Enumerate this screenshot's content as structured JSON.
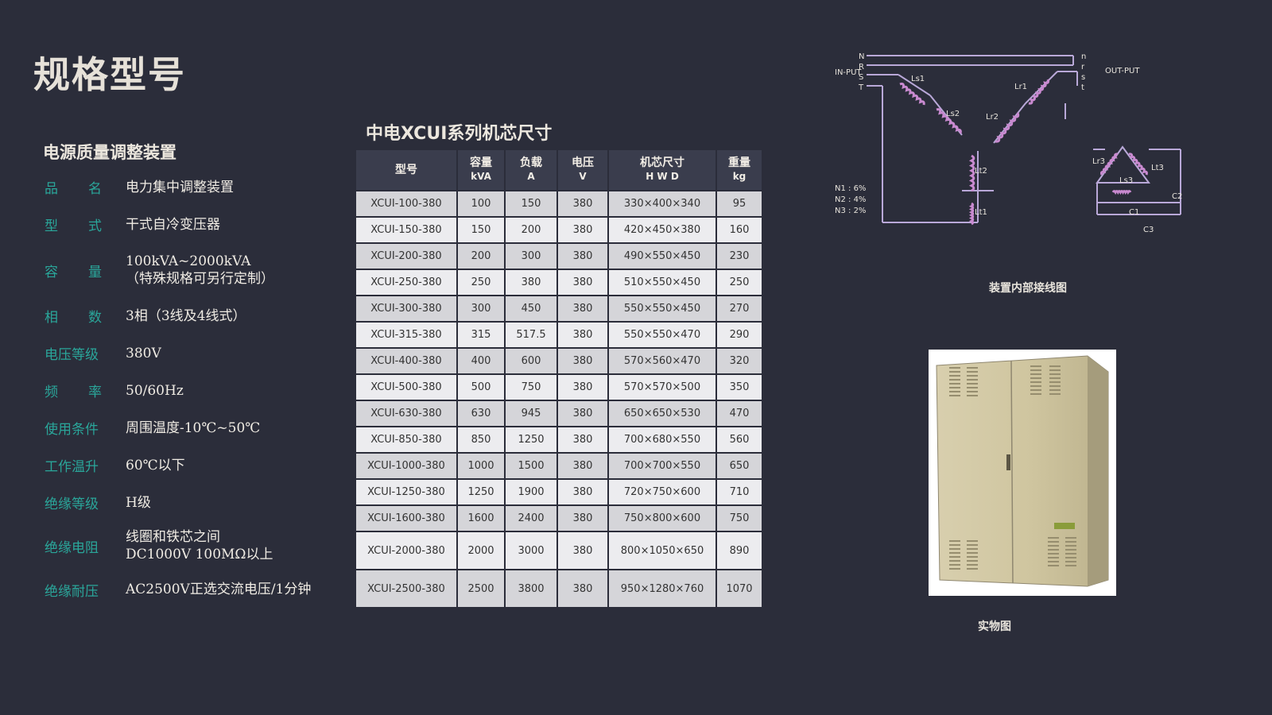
{
  "page_title": "规格型号",
  "specs": {
    "heading": "电源质量调整装置",
    "rows": [
      {
        "label": "品名",
        "spread": true,
        "value": [
          "电力集中调整装置"
        ]
      },
      {
        "label": "型式",
        "spread": true,
        "value": [
          "干式自冷变压器"
        ]
      },
      {
        "label": "容量",
        "spread": true,
        "value": [
          "100kVA~2000kVA",
          "（特殊规格可另行定制）"
        ]
      },
      {
        "label": "相数",
        "spread": true,
        "value": [
          "3相（3线及4线式）"
        ]
      },
      {
        "label": "电压等级",
        "spread": false,
        "value": [
          "380V"
        ]
      },
      {
        "label": "频率",
        "spread": true,
        "value": [
          "50/60Hz"
        ]
      },
      {
        "label": "使用条件",
        "spread": false,
        "value": [
          "周围温度-10℃~50℃"
        ]
      },
      {
        "label": "工作温升",
        "spread": false,
        "value": [
          "60℃以下"
        ]
      },
      {
        "label": "绝缘等级",
        "spread": false,
        "value": [
          "H级"
        ]
      },
      {
        "label": "绝缘电阻",
        "spread": false,
        "value": [
          "线圈和铁芯之间",
          "DC1000V 100MΩ以上"
        ]
      },
      {
        "label": "绝缘耐压",
        "spread": false,
        "value": [
          "AC2500V正选交流电压/1分钟"
        ]
      }
    ]
  },
  "table": {
    "title": "中电XCUI系列机芯尺寸",
    "headers": [
      {
        "top": "型号",
        "bottom": ""
      },
      {
        "top": "容量",
        "bottom": "kVA"
      },
      {
        "top": "负载",
        "bottom": "A"
      },
      {
        "top": "电压",
        "bottom": "V"
      },
      {
        "top": "机芯尺寸",
        "bottom": "H W D"
      },
      {
        "top": "重量",
        "bottom": "kg"
      }
    ],
    "rows": [
      [
        "XCUI-100-380",
        "100",
        "150",
        "380",
        "330×400×340",
        "95"
      ],
      [
        "XCUI-150-380",
        "150",
        "200",
        "380",
        "420×450×380",
        "160"
      ],
      [
        "XCUI-200-380",
        "200",
        "300",
        "380",
        "490×550×450",
        "230"
      ],
      [
        "XCUI-250-380",
        "250",
        "380",
        "380",
        "510×550×450",
        "250"
      ],
      [
        "XCUI-300-380",
        "300",
        "450",
        "380",
        "550×550×450",
        "270"
      ],
      [
        "XCUI-315-380",
        "315",
        "517.5",
        "380",
        "550×550×470",
        "290"
      ],
      [
        "XCUI-400-380",
        "400",
        "600",
        "380",
        "570×560×470",
        "320"
      ],
      [
        "XCUI-500-380",
        "500",
        "750",
        "380",
        "570×570×500",
        "350"
      ],
      [
        "XCUI-630-380",
        "630",
        "945",
        "380",
        "650×650×530",
        "470"
      ],
      [
        "XCUI-850-380",
        "850",
        "1250",
        "380",
        "700×680×550",
        "560"
      ],
      [
        "XCUI-1000-380",
        "1000",
        "1500",
        "380",
        "700×700×550",
        "650"
      ],
      [
        "XCUI-1250-380",
        "1250",
        "1900",
        "380",
        "720×750×600",
        "710"
      ],
      [
        "XCUI-1600-380",
        "1600",
        "2400",
        "380",
        "750×800×600",
        "750"
      ],
      [
        "XCUI-2000-380",
        "2000",
        "3000",
        "380",
        "800×1050×650",
        "890"
      ],
      [
        "XCUI-2500-380",
        "2500",
        "3800",
        "380",
        "950×1280×760",
        "1070"
      ]
    ]
  },
  "wiring": {
    "caption": "装置内部接线图",
    "in_label": "IN-PUT",
    "out_label": "OUT-PUT",
    "left_terminals": [
      "N",
      "R",
      "S",
      "T"
    ],
    "right_terminals": [
      "n",
      "r",
      "s",
      "t"
    ],
    "coil_labels": [
      "Ls1",
      "Ls2",
      "Lr1",
      "Lr2",
      "Lt2",
      "Lt1",
      "Lr3",
      "Ls3",
      "Lt3",
      "C1",
      "C2",
      "C3"
    ],
    "notes": [
      "N1 : 6%",
      "N2 : 4%",
      "N3 : 2%"
    ]
  },
  "cabinet": {
    "caption": "实物图"
  }
}
